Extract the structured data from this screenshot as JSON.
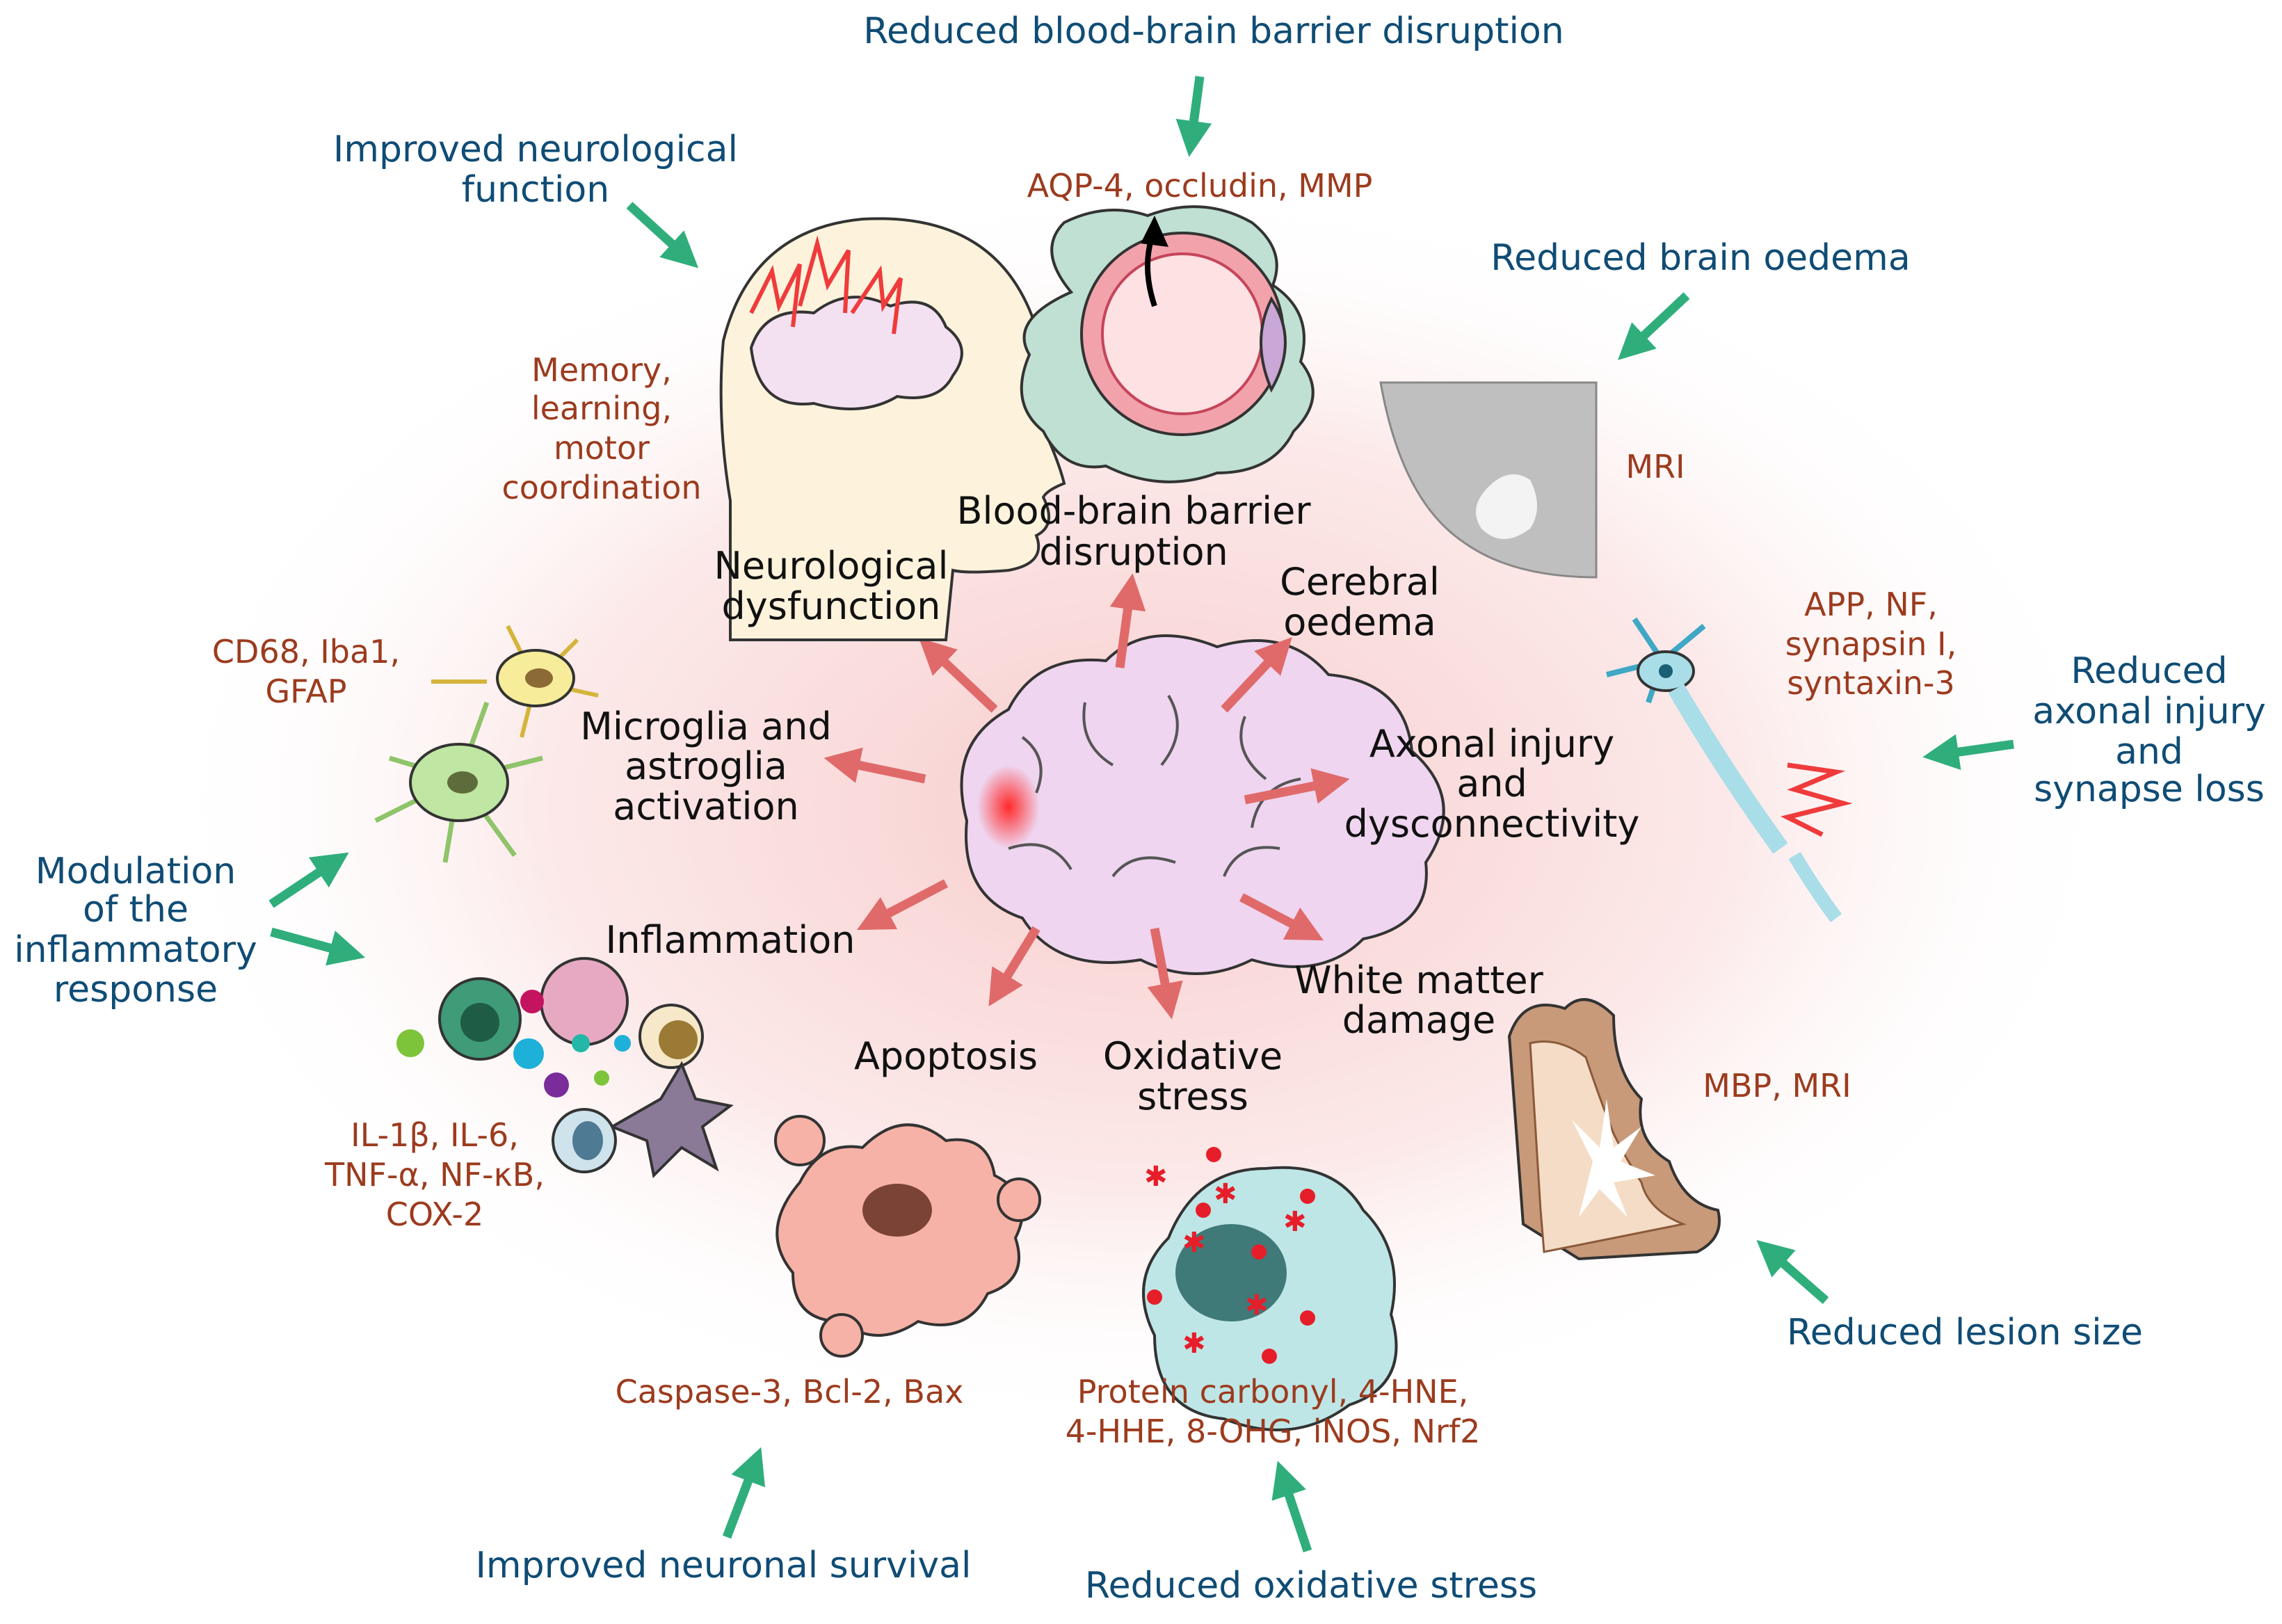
{
  "outcomes": {
    "bbb": "Reduced blood-brain barrier disruption",
    "neuro_1": "Improved neurological",
    "neuro_2": "function",
    "oedema": "Reduced brain oedema",
    "axonal_1": "Reduced",
    "axonal_2": "axonal injury",
    "axonal_3": "and",
    "axonal_4": "synapse loss",
    "inflam_1": "Modulation",
    "inflam_2": "of the",
    "inflam_3": "inflammatory",
    "inflam_4": "response",
    "lesion": "Reduced lesion size",
    "survival": "Improved neuronal survival",
    "oxidative": "Reduced oxidative stress"
  },
  "processes": {
    "neuro_1": "Neurological",
    "neuro_2": "dysfunction",
    "bbb_1": "Blood-brain barrier",
    "bbb_2": "disruption",
    "oedema_1": "Cerebral",
    "oedema_2": "oedema",
    "glia_1": "Microglia and",
    "glia_2": "astroglia",
    "glia_3": "activation",
    "axonal_1": "Axonal injury",
    "axonal_2": "and",
    "axonal_3": "dysconnectivity",
    "inflammation": "Inflammation",
    "white_1": "White matter",
    "white_2": "damage",
    "apoptosis": "Apoptosis",
    "oxidative_1": "Oxidative",
    "oxidative_2": "stress"
  },
  "markers": {
    "bbb": "AQP-4, occludin, MMP",
    "neuro_1": "Memory,",
    "neuro_2": "learning,",
    "neuro_3": "motor",
    "neuro_4": "coordination",
    "oedema": "MRI",
    "glia_1": "CD68, Iba1,",
    "glia_2": "GFAP",
    "axonal_1": "APP, NF,",
    "axonal_2": "synapsin I,",
    "axonal_3": "syntaxin-3",
    "inflam_1": "IL-1β, IL-6,",
    "inflam_2": "TNF-α, NF-κB,",
    "inflam_3": "COX-2",
    "white": "MBP, MRI",
    "apoptosis": "Caspase-3, Bcl-2, Bax",
    "oxidative_1": "Protein carbonyl, 4-HNE,",
    "oxidative_2": "4-HHE, 8-OHG, iNOS, Nrf2"
  },
  "colors": {
    "outcome_text": "#0f4c75",
    "marker_text": "#9c3b1e",
    "effect_arrow": "#e06a6a",
    "outcome_arrow": "#2fae7c",
    "background_glow": "#f9d9d9"
  }
}
